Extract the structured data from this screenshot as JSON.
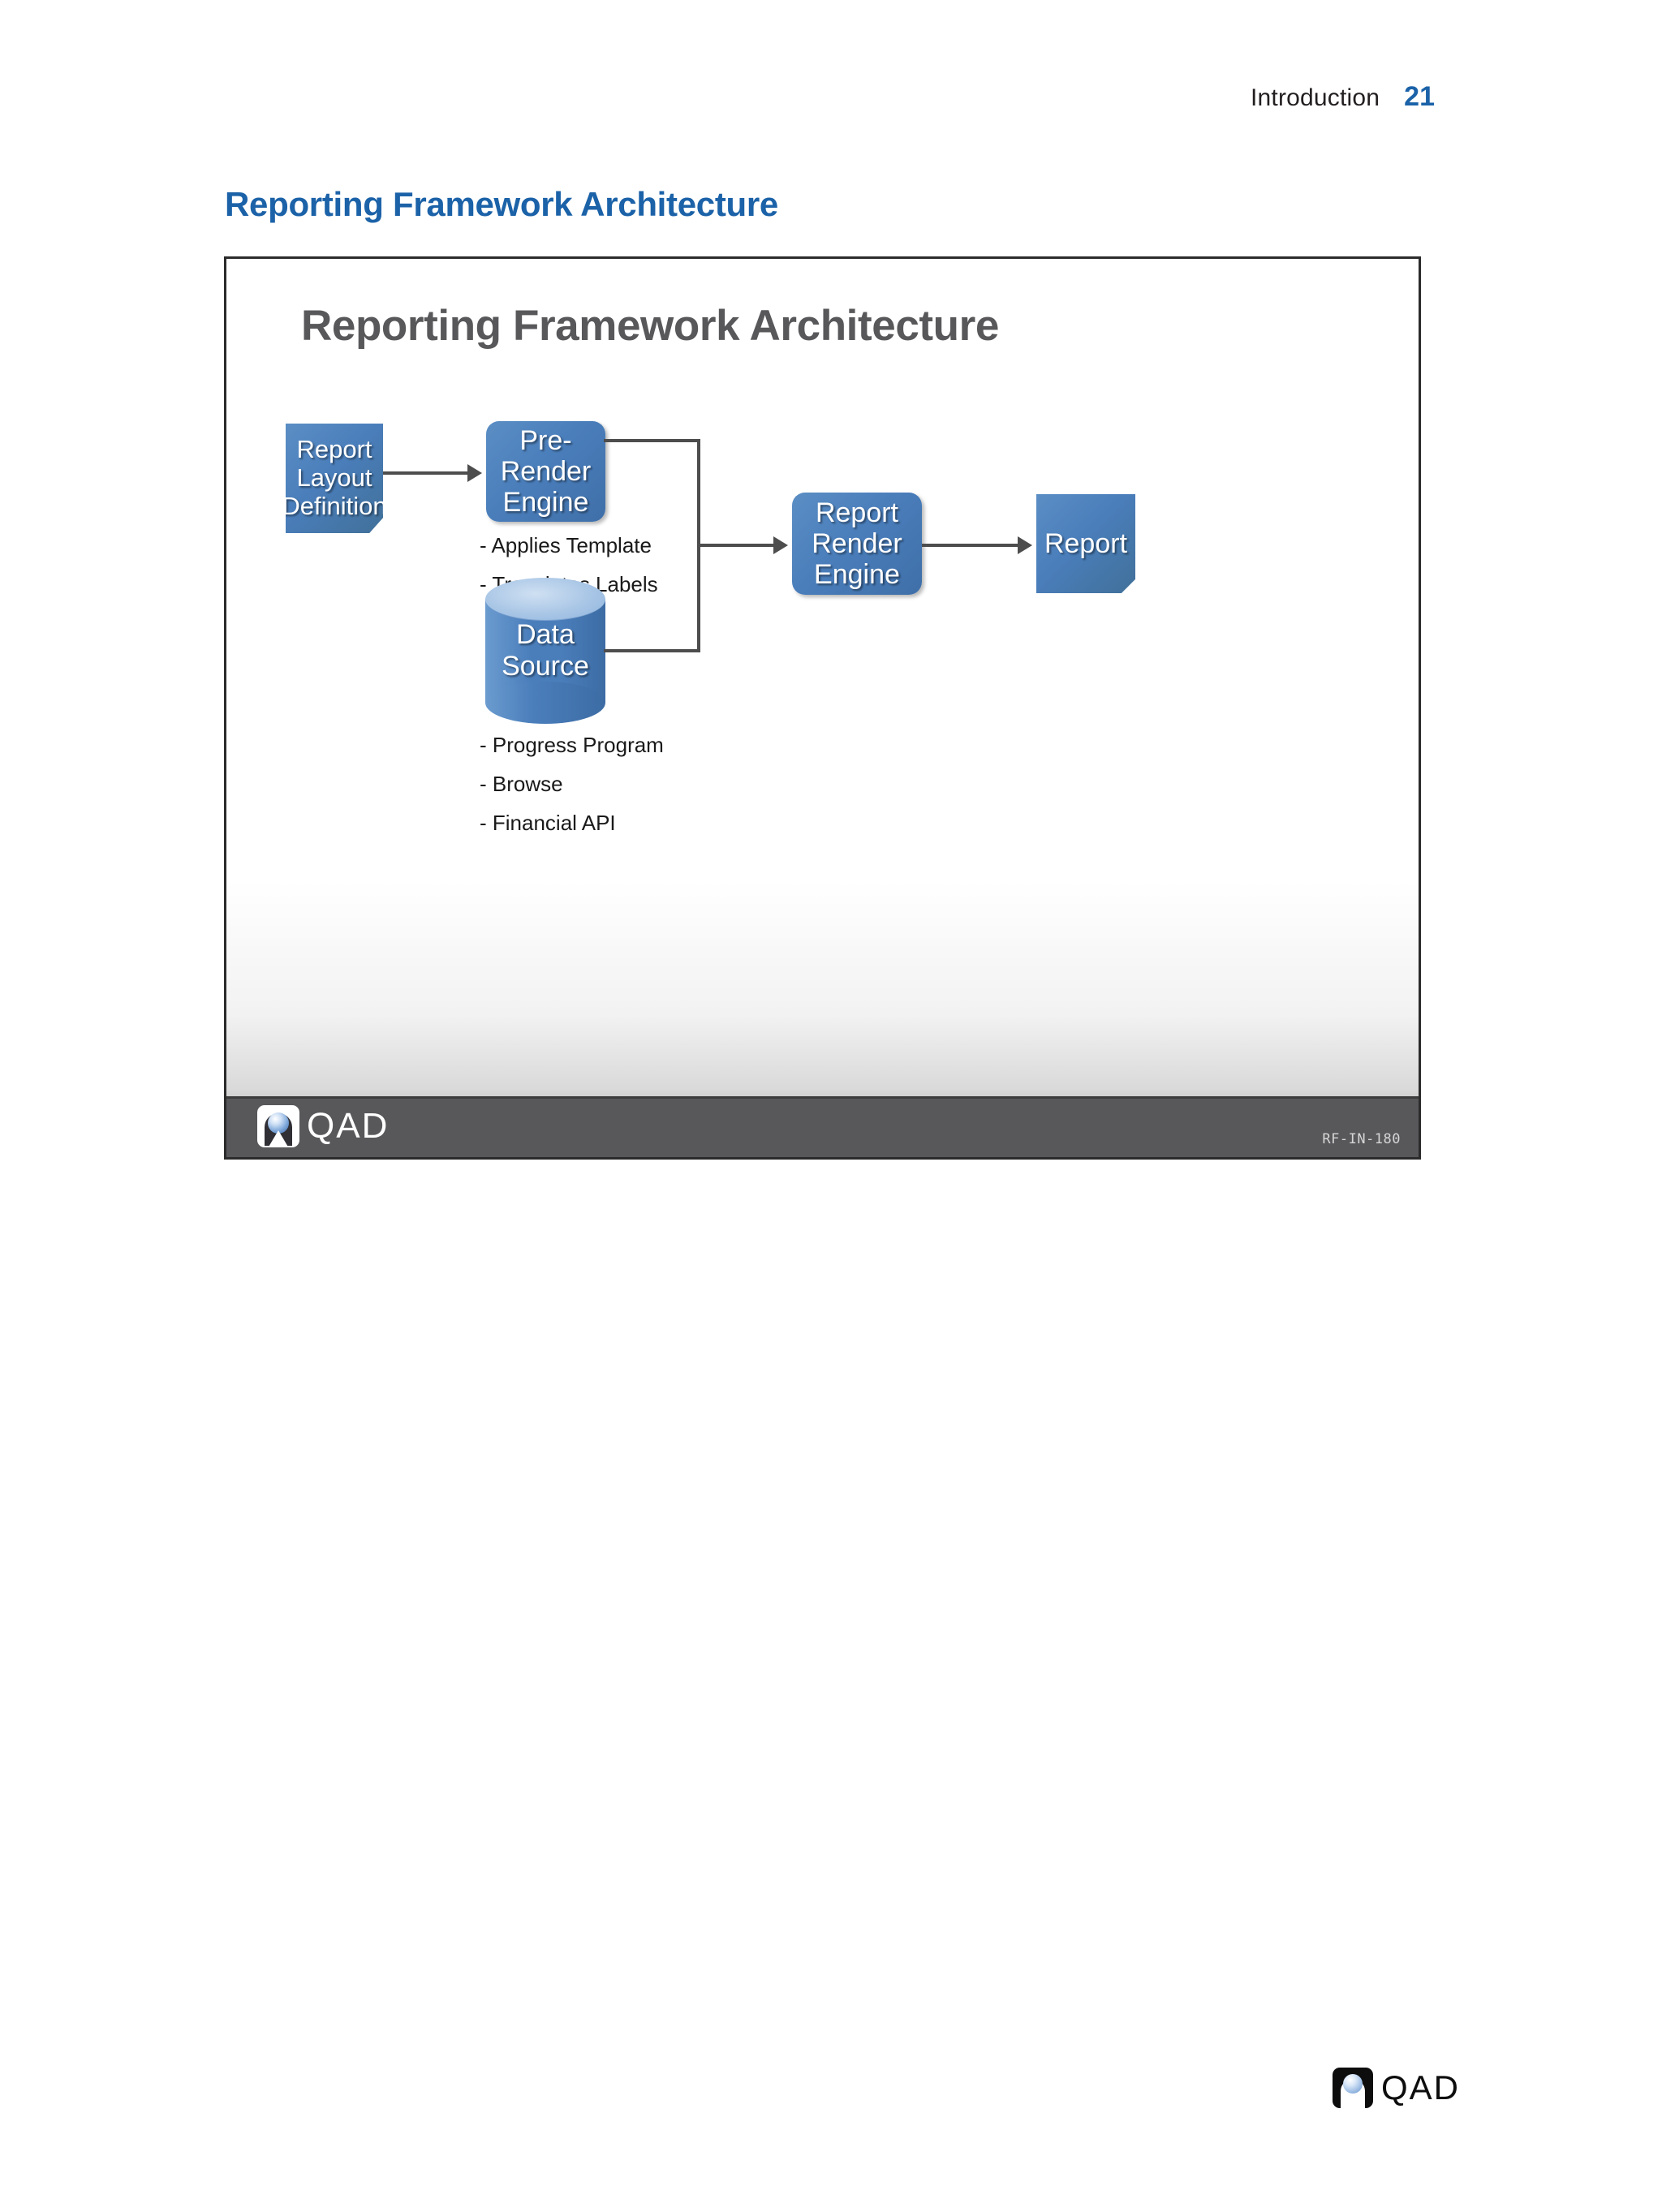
{
  "page": {
    "section": "Introduction",
    "number": "21",
    "heading": "Reporting Framework Architecture"
  },
  "slide": {
    "title": "Reporting Framework Architecture",
    "code": "RF-IN-180",
    "brand": "QAD",
    "accent_blue": "#4a7ebb",
    "heading_blue": "#1b62a8",
    "footer_gray": "#58585b"
  },
  "diagram": {
    "type": "flowchart",
    "nodes": [
      {
        "id": "report-layout-definition",
        "label": "Report\nLayout\nDefinition",
        "shape": "document",
        "line1": "Report",
        "line2": "Layout",
        "line3": "Definition"
      },
      {
        "id": "pre-render-engine",
        "label": "Pre-\nRender\nEngine",
        "shape": "rounded-rectangle",
        "line1": "Pre-",
        "line2": "Render",
        "line3": "Engine"
      },
      {
        "id": "data-source",
        "label": "Data\nSource",
        "shape": "cylinder",
        "line1": "Data",
        "line2": "Source"
      },
      {
        "id": "report-render-engine",
        "label": "Report\nRender\nEngine",
        "shape": "rounded-rectangle",
        "line1": "Report",
        "line2": "Render",
        "line3": "Engine"
      },
      {
        "id": "report",
        "label": "Report",
        "shape": "document",
        "line1": "Report"
      }
    ],
    "pre_render_notes": [
      "- Applies Template",
      "- Translates Labels"
    ],
    "data_source_notes": [
      "- Progress Program",
      "- Browse",
      "- Financial API"
    ],
    "edges": [
      {
        "from": "report-layout-definition",
        "to": "pre-render-engine"
      },
      {
        "from": "pre-render-engine",
        "to": "report-render-engine"
      },
      {
        "from": "data-source",
        "to": "report-render-engine"
      },
      {
        "from": "report-render-engine",
        "to": "report"
      }
    ]
  }
}
